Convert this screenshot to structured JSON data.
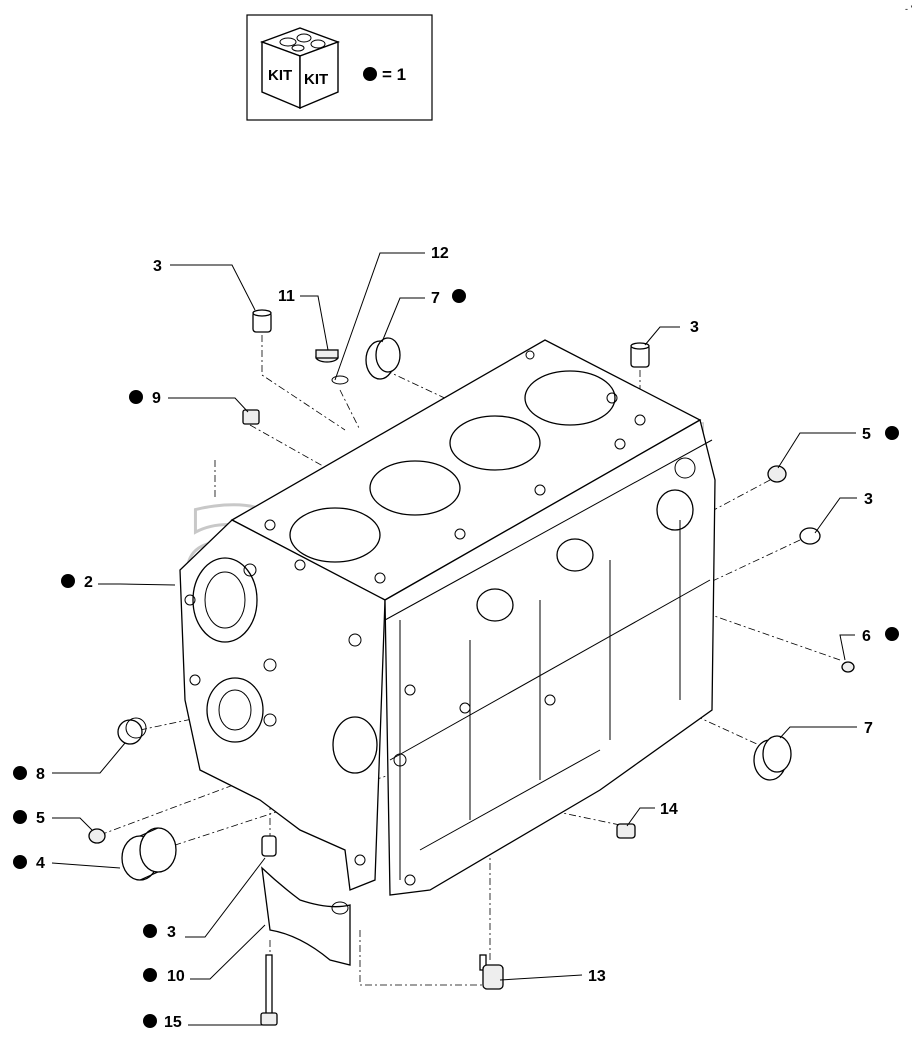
{
  "kit_legend": {
    "kit_text_left": "KIT",
    "kit_text_right": "KIT",
    "equals_text": "= 1"
  },
  "watermark": {
    "text": "apgb",
    "trademark": "TM"
  },
  "callouts": [
    {
      "id": "c3a",
      "label": "3",
      "marked": false
    },
    {
      "id": "c12",
      "label": "12",
      "marked": false
    },
    {
      "id": "c11",
      "label": "11",
      "marked": false
    },
    {
      "id": "c7a",
      "label": "7",
      "marked": true
    },
    {
      "id": "c3b",
      "label": "3",
      "marked": false
    },
    {
      "id": "c9",
      "label": "9",
      "marked": true
    },
    {
      "id": "c5a",
      "label": "5",
      "marked": true
    },
    {
      "id": "c3c",
      "label": "3",
      "marked": false
    },
    {
      "id": "c2",
      "label": "2",
      "marked": true
    },
    {
      "id": "c6",
      "label": "6",
      "marked": true
    },
    {
      "id": "c7b",
      "label": "7",
      "marked": false
    },
    {
      "id": "c8",
      "label": "8",
      "marked": true
    },
    {
      "id": "c5b",
      "label": "5",
      "marked": true
    },
    {
      "id": "c14",
      "label": "14",
      "marked": false
    },
    {
      "id": "c4",
      "label": "4",
      "marked": true
    },
    {
      "id": "c3d",
      "label": "3",
      "marked": true
    },
    {
      "id": "c10",
      "label": "10",
      "marked": true
    },
    {
      "id": "c13",
      "label": "13",
      "marked": false
    },
    {
      "id": "c15",
      "label": "15",
      "marked": true
    }
  ],
  "corner_mark": "- '"
}
